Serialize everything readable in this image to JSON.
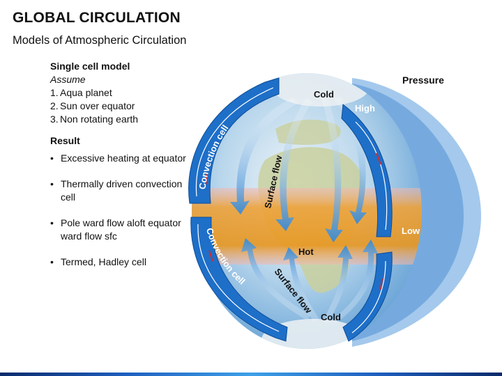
{
  "header": {
    "title": "GLOBAL CIRCULATION",
    "subtitle": "Models of Atmospheric Circulation"
  },
  "left": {
    "model_heading": "Single cell model",
    "assume_label": "Assume",
    "assumptions": [
      {
        "num": "1.",
        "text": "Aqua planet"
      },
      {
        "num": "2.",
        "text": "Sun over equator"
      },
      {
        "num": "3.",
        "text": "Non rotating earth"
      }
    ],
    "result_heading": "Result",
    "results": [
      "Excessive heating at equator",
      "Thermally driven convection cell",
      "Pole ward flow aloft equator ward flow sfc",
      "Termed, Hadley cell"
    ]
  },
  "diagram": {
    "pressure_label": "Pressure",
    "cold_top": "Cold",
    "cold_bottom": "Cold",
    "hot": "Hot",
    "high": "High",
    "low": "Low",
    "surface_flow_upper": "Surface flow",
    "surface_flow_lower": "Surface flow",
    "convection_upper": "Convection cell",
    "convection_lower": "Convection cell"
  },
  "colors": {
    "ocean": "#9fc9e8",
    "land": "#c7cf9f",
    "hot_band": "#e8961e",
    "cell_blue": "#1e6fc8",
    "shell_blue": "#4a90d4",
    "arrow_red": "#d22b2b"
  }
}
